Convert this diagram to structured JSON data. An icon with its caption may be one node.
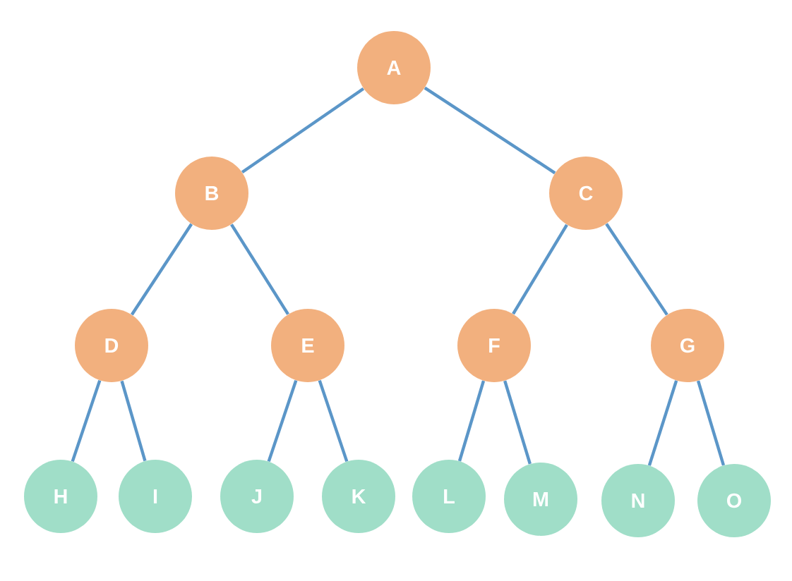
{
  "diagram": {
    "nodes": [
      {
        "text": [
          "A"
        ]
      },
      {
        "text": [
          "B"
        ]
      },
      {
        "text": [
          "C"
        ]
      },
      {
        "text": [
          "D"
        ]
      },
      {
        "text": [
          "E"
        ]
      },
      {
        "text": [
          "F"
        ]
      },
      {
        "text": [
          "G"
        ]
      },
      {
        "text": [
          "H"
        ]
      },
      {
        "text": [
          "I"
        ]
      },
      {
        "text": [
          "J"
        ]
      },
      {
        "text": [
          "K"
        ]
      },
      {
        "text": [
          "L"
        ]
      },
      {
        "text": [
          "M"
        ]
      },
      {
        "text": [
          "N"
        ]
      },
      {
        "text": [
          "O"
        ]
      }
    ],
    "edges": [
      {
        "from": 0,
        "to": 1,
        "arrow": "none"
      },
      {
        "from": 0,
        "to": 2,
        "arrow": "none"
      },
      {
        "from": 1,
        "to": 3,
        "arrow": "none"
      },
      {
        "from": 1,
        "to": 4,
        "arrow": "none"
      },
      {
        "from": 2,
        "to": 5,
        "arrow": "none"
      },
      {
        "from": 2,
        "to": 6,
        "arrow": "none"
      },
      {
        "from": 3,
        "to": 7,
        "arrow": "none"
      },
      {
        "from": 3,
        "to": 8,
        "arrow": "none"
      },
      {
        "from": 4,
        "to": 9,
        "arrow": "none"
      },
      {
        "from": 4,
        "to": 10,
        "arrow": "none"
      },
      {
        "from": 5,
        "to": 11,
        "arrow": "none"
      },
      {
        "from": 5,
        "to": 12,
        "arrow": "none"
      },
      {
        "from": 6,
        "to": 13,
        "arrow": "none"
      },
      {
        "from": 6,
        "to": 14,
        "arrow": "none"
      }
    ]
  }
}
